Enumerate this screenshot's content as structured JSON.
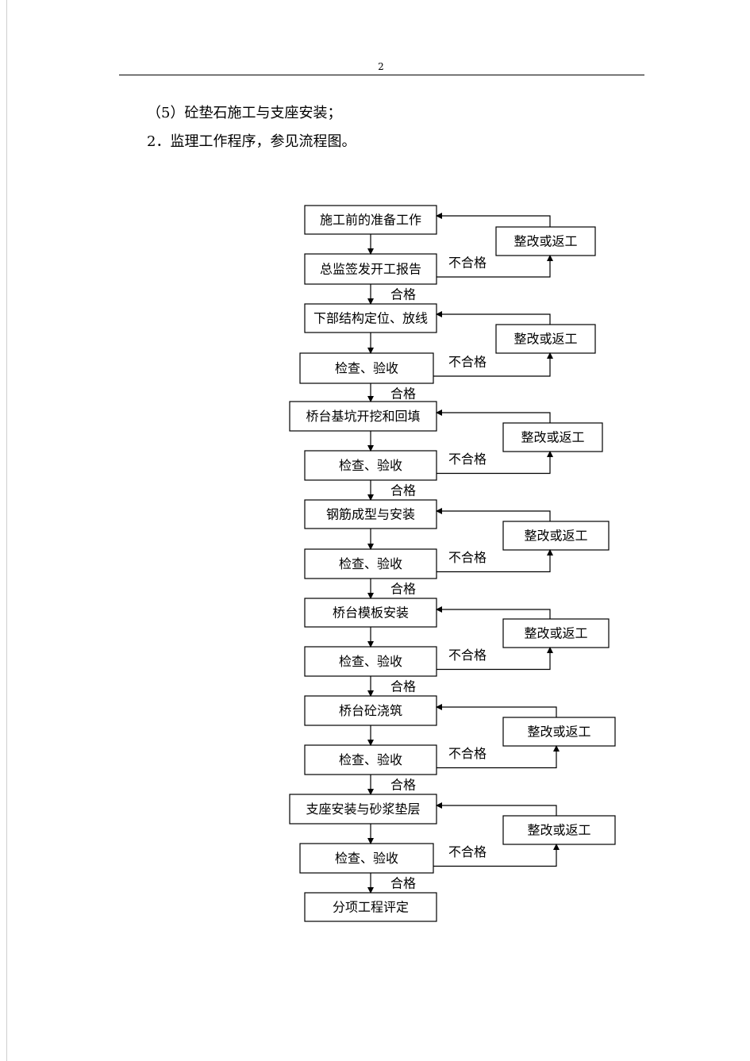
{
  "page": {
    "number": "2"
  },
  "body": {
    "line1": "（5）砼垫石施工与支座安装；",
    "line2": "2．监理工作程序，参见流程图。"
  },
  "flowchart": {
    "pass_label": "合格",
    "fail_label": "不合格",
    "rework_label": "整改或返工",
    "steps": [
      {
        "work": "施工前的准备工作",
        "check": "总监签发开工报告"
      },
      {
        "work": "下部结构定位、放线",
        "check": "检查、验收"
      },
      {
        "work": "桥台基坑开挖和回填",
        "check": "检查、验收"
      },
      {
        "work": "钢筋成型与安装",
        "check": "检查、验收"
      },
      {
        "work": "桥台模板安装",
        "check": "检查、验收"
      },
      {
        "work": "桥台砼浇筑",
        "check": "检查、验收"
      },
      {
        "work": "支座安装与砂浆垫层",
        "check": "检查、验收"
      }
    ],
    "final": "分项工程评定"
  }
}
